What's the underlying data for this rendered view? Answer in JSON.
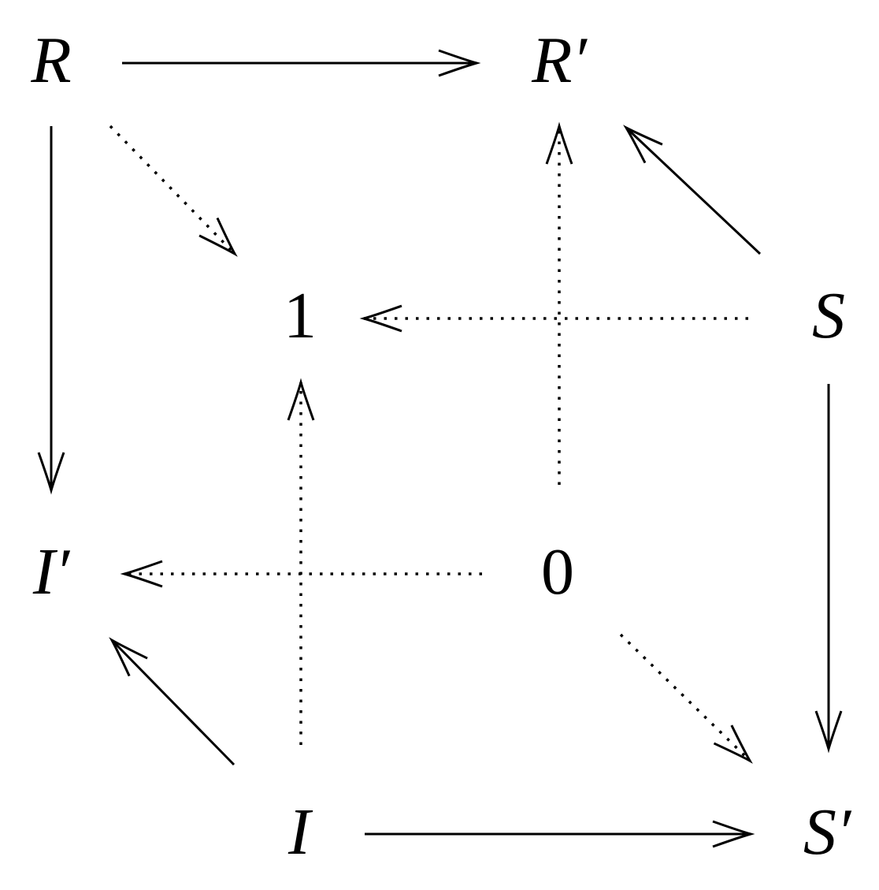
{
  "nodes": {
    "R": {
      "label": "R",
      "italic": true
    },
    "Rp": {
      "label": "R′",
      "italic": true
    },
    "one": {
      "label": "1",
      "italic": false
    },
    "S": {
      "label": "S",
      "italic": true
    },
    "Ip": {
      "label": "I′",
      "italic": true
    },
    "zero": {
      "label": "0",
      "italic": false
    },
    "I": {
      "label": "I",
      "italic": true
    },
    "Sp": {
      "label": "S′",
      "italic": true
    }
  },
  "edges": [
    {
      "from": "R",
      "to": "Rp",
      "style": "solid"
    },
    {
      "from": "R",
      "to": "Ip",
      "style": "solid"
    },
    {
      "from": "R",
      "to": "one",
      "style": "dotted"
    },
    {
      "from": "S",
      "to": "Rp",
      "style": "solid"
    },
    {
      "from": "zero",
      "to": "Rp",
      "style": "dotted"
    },
    {
      "from": "S",
      "to": "one",
      "style": "dotted"
    },
    {
      "from": "I",
      "to": "one",
      "style": "dotted"
    },
    {
      "from": "S",
      "to": "Sp",
      "style": "solid"
    },
    {
      "from": "zero",
      "to": "Ip",
      "style": "dotted"
    },
    {
      "from": "I",
      "to": "Ip",
      "style": "solid"
    },
    {
      "from": "zero",
      "to": "Sp",
      "style": "dotted"
    },
    {
      "from": "I",
      "to": "Sp",
      "style": "solid"
    }
  ]
}
